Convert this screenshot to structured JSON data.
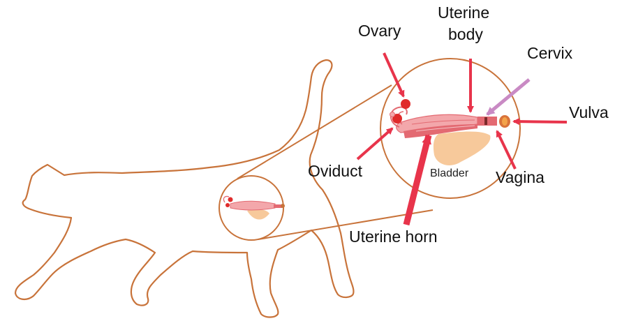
{
  "labels": {
    "ovary": "Ovary",
    "uterine_body_line1": "Uterine",
    "uterine_body_line2": "body",
    "cervix": "Cervix",
    "vulva": "Vulva",
    "oviduct": "Oviduct",
    "bladder": "Bladder",
    "vagina": "Vagina",
    "uterine_horn": "Uterine horn"
  },
  "colors": {
    "outline": "#c8733a",
    "arrow": "#e8344b",
    "cervix_arrow": "#c98ac4",
    "tract": "#e36a72",
    "tract_light": "#f3a7ab",
    "bladder": "#f7c99b",
    "ovary": "#e02b2b"
  }
}
